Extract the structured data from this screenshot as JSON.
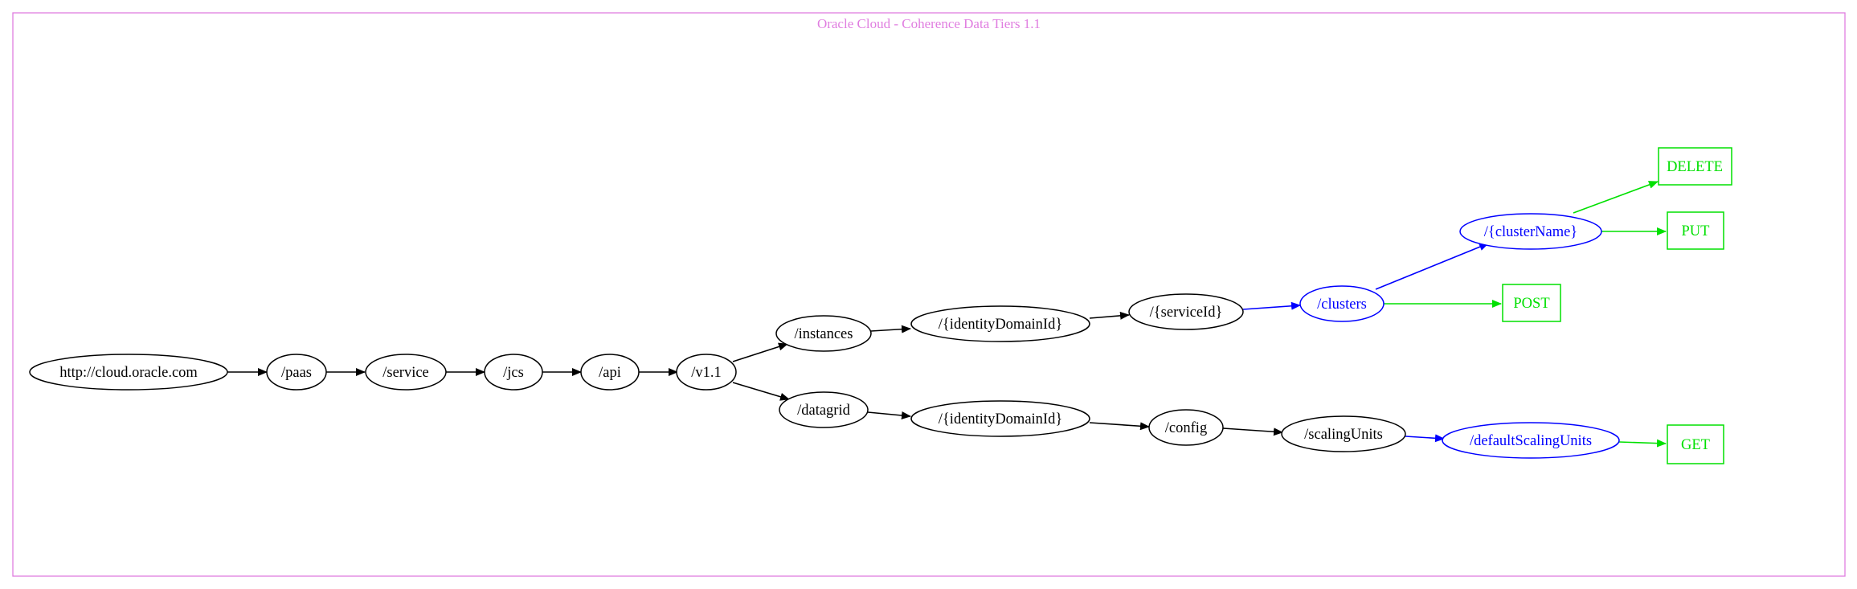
{
  "diagram": {
    "title": "Oracle Cloud - Coherence Data Tiers 1.1",
    "colors": {
      "frame": "#e07ee0",
      "path_node": "#000000",
      "resource_node": "#0000ff",
      "method_node": "#00e000"
    },
    "nodes": {
      "root": "http://cloud.oracle.com",
      "paas": "/paas",
      "service": "/service",
      "jcs": "/jcs",
      "api": "/api",
      "v11": "/v1.1",
      "instances": "/instances",
      "identity_instances": "/{identityDomainId}",
      "service_id": "/{serviceId}",
      "clusters": "/clusters",
      "cluster_name": "/{clusterName}",
      "delete": "DELETE",
      "put": "PUT",
      "post": "POST",
      "datagrid": "/datagrid",
      "identity_datagrid": "/{identityDomainId}",
      "config": "/config",
      "scaling_units": "/scalingUnits",
      "default_scaling_units": "/defaultScalingUnits",
      "get": "GET"
    }
  }
}
